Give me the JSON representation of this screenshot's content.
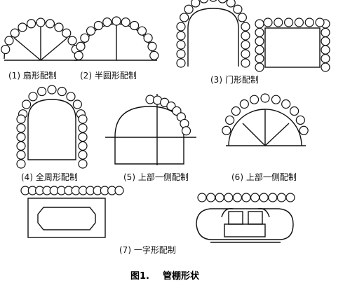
{
  "figure": {
    "caption_num": "图1.",
    "caption_text": "管棚形状"
  },
  "panels": [
    {
      "id": "p1",
      "label": "(1) 扇形配制"
    },
    {
      "id": "p2",
      "label": "(2) 半圆形配制"
    },
    {
      "id": "p3",
      "label": "(3) 门形配制"
    },
    {
      "id": "p4",
      "label": "(4) 全周形配制"
    },
    {
      "id": "p5",
      "label": "(5) 上部一侧配制"
    },
    {
      "id": "p6",
      "label": "(6) 上部一侧配制"
    },
    {
      "id": "p7",
      "label": "(7) 一字形配制"
    }
  ]
}
